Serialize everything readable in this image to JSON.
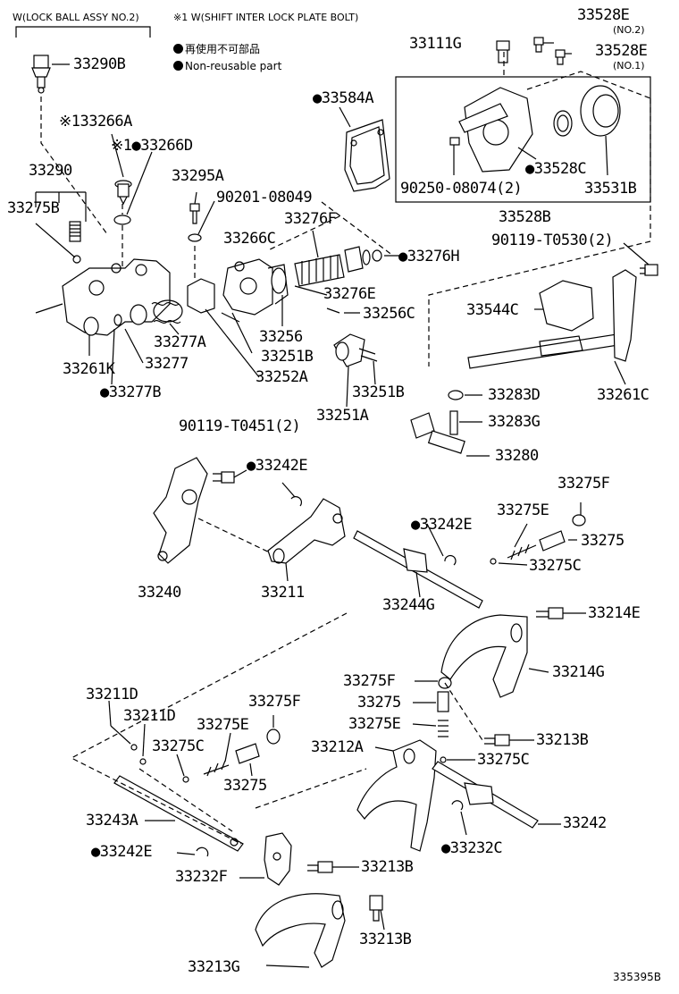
{
  "legend": {
    "lock_ball_note": "W(LOCK BALL ASSY NO.2)",
    "shift_bolt_note": "※1 W(SHIFT INTER LOCK PLATE BOLT)",
    "non_reusable_jp": "再使用不可部品",
    "non_reusable_en": "Non-reusable part"
  },
  "labels": {
    "p33290B": "33290B",
    "p33266A": "※133266A",
    "p33266D": "※1●33266D",
    "p33290": "33290",
    "p33275B": "33275B",
    "p33295A": "33295A",
    "p90201": "90201-08049",
    "p33584A": "●33584A",
    "p33111G": "33111G",
    "p33528E2": "33528E",
    "p33528E2_sub": "(NO.2)",
    "p33528E1": "33528E",
    "p33528E1_sub": "(NO.1)",
    "p90250": "90250-08074(2)",
    "p33528C": "●33528C",
    "p33531B": "33531B",
    "p33528B": "33528B",
    "p90119a": "90119-T0530(2)",
    "p33276F": "33276F",
    "p33266C": "33266C",
    "p33276H": "●33276H",
    "p33276E": "33276E",
    "p33256C": "33256C",
    "p33544C": "33544C",
    "p33256": "33256",
    "p33251B": "33251B",
    "p33277A": "33277A",
    "p33277": "33277",
    "p33261K": "33261K",
    "p33252A": "33252A",
    "p33277B": "●33277B",
    "p33251B2": "33251B",
    "p33251A": "33251A",
    "p33261C": "33261C",
    "p33283D": "33283D",
    "p33283G": "33283G",
    "p33280": "33280",
    "p90119b": "90119-T0451(2)",
    "p33242E1": "●33242E",
    "p33275F1": "33275F",
    "p33275E1": "33275E",
    "p33242E2": "●33242E",
    "p33275_1": "33275",
    "p33275C1": "33275C",
    "p33240": "33240",
    "p33211": "33211",
    "p33244G": "33244G",
    "p33214E": "33214E",
    "p33214G": "33214G",
    "p33211D1": "33211D",
    "p33211D2": "33211D",
    "p33275F2": "33275F",
    "p33275E2": "33275E",
    "p33275C2": "33275C",
    "p33275F3": "33275F",
    "p33275_2": "33275",
    "p33275E3": "33275E",
    "p33213B1": "33213B",
    "p33212A": "33212A",
    "p33275C3": "33275C",
    "p33275_3": "33275",
    "p33243A": "33243A",
    "p33242": "33242",
    "p33242E3": "●33242E",
    "p33232C": "●33232C",
    "p33232F": "33232F",
    "p33213B2": "33213B",
    "p33213B3": "33213B",
    "p33213G": "33213G"
  },
  "diagram_ref": "335395B"
}
